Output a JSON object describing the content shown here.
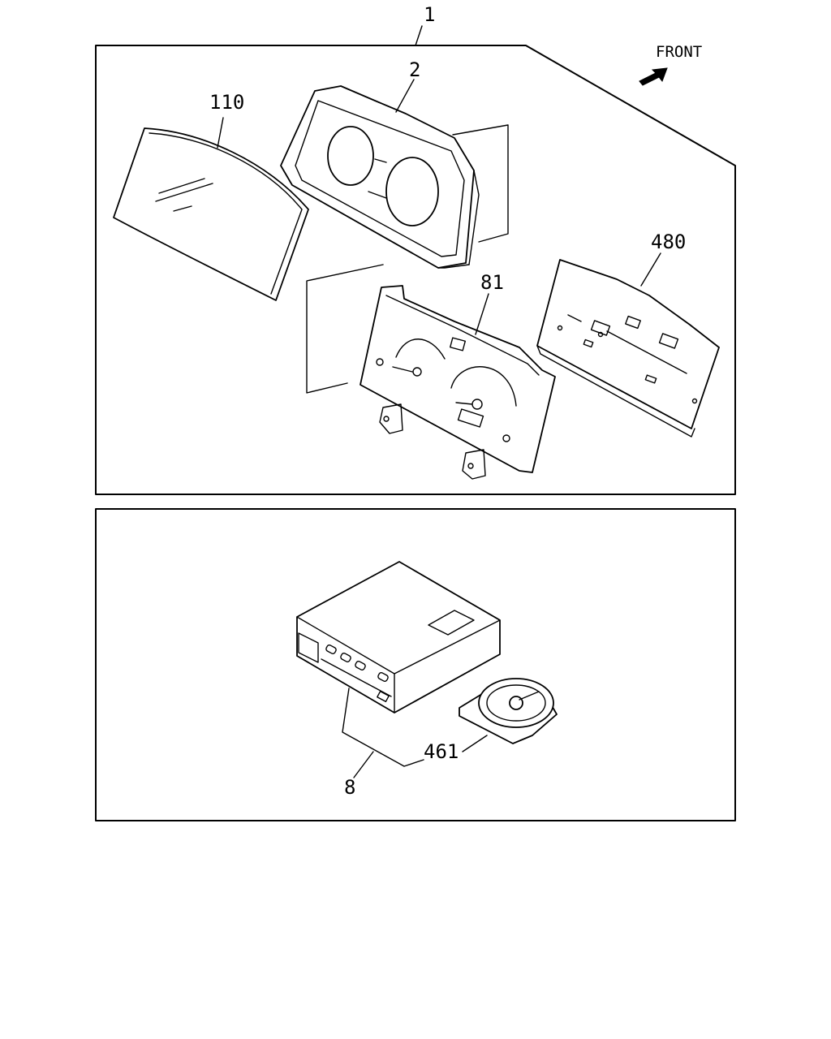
{
  "orientation_label": "FRONT",
  "callouts": {
    "assembly": "1",
    "bezel": "2",
    "lens": "110",
    "dial": "81",
    "circuit_board": "480",
    "audio_unit": "8",
    "disc": "461"
  }
}
